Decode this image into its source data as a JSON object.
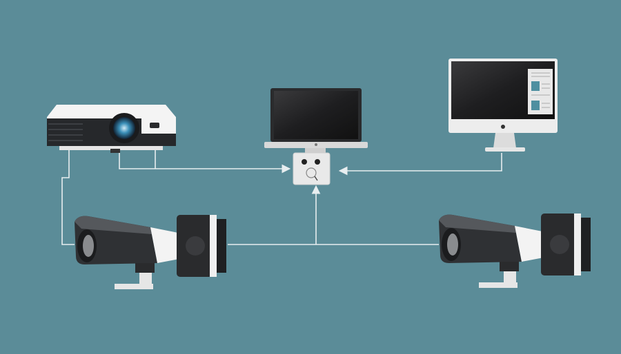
{
  "diagram": {
    "nodes": [
      {
        "id": "projector",
        "icon": "projector-icon"
      },
      {
        "id": "laptop",
        "icon": "laptop-icon"
      },
      {
        "id": "hub",
        "icon": "connection-hub-icon"
      },
      {
        "id": "desktop",
        "icon": "desktop-monitor-icon"
      },
      {
        "id": "camera-left",
        "icon": "security-camera-icon"
      },
      {
        "id": "camera-right",
        "icon": "security-camera-icon"
      }
    ],
    "edges": [
      {
        "from": "projector",
        "to": "hub"
      },
      {
        "from": "desktop",
        "to": "hub"
      },
      {
        "from": "camera-left",
        "to": "hub"
      },
      {
        "from": "camera-right",
        "to": "hub"
      },
      {
        "from": "projector",
        "to": "camera-left"
      }
    ]
  },
  "colors": {
    "background": "#5b8c98",
    "line": "#e8eef0",
    "device_dark": "#2b2d30",
    "device_light": "#f2f2f2"
  }
}
